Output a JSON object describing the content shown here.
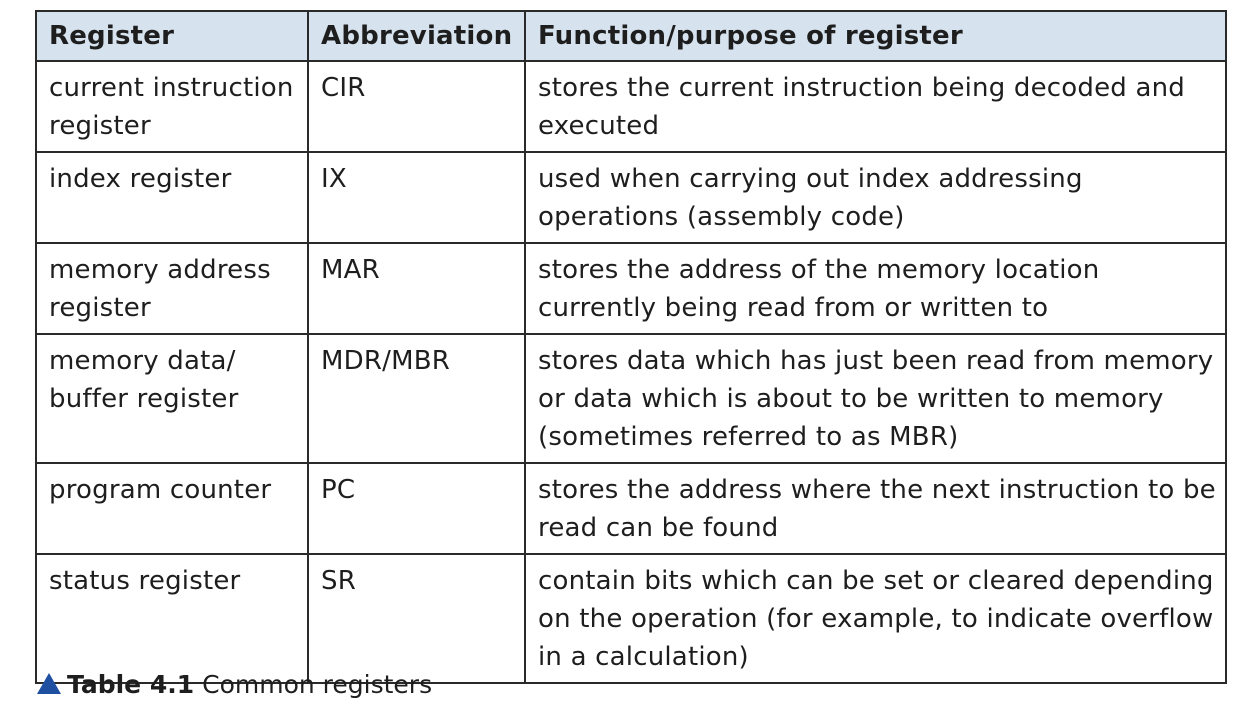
{
  "table": {
    "headers": [
      "Register",
      "Abbreviation",
      "Function/purpose of register"
    ],
    "rows": [
      [
        "current instruction register",
        "CIR",
        "stores the current instruction being decoded and executed"
      ],
      [
        "index register",
        "IX",
        "used when carrying out index addressing operations (assembly code)"
      ],
      [
        "memory address register",
        "MAR",
        "stores the address of the memory location currently being read from or written to"
      ],
      [
        "memory data/ buffer register",
        "MDR/MBR",
        "stores data which has just been read from memory or data which is about to be written to memory (sometimes referred to as MBR)"
      ],
      [
        "program counter",
        "PC",
        "stores the address where the next instruction to be read can be found"
      ],
      [
        "status register",
        "SR",
        "contain bits which can be set or cleared depending on the operation (for example, to indicate overflow in a calculation)"
      ]
    ]
  },
  "caption": {
    "marker_icon": "triangle-up-icon",
    "marker_color": "#1f4fa0",
    "label": "Table 4.1",
    "text": "Common registers"
  },
  "colors": {
    "header_background": "#d6e3ef",
    "border": "#2a2a2a"
  }
}
